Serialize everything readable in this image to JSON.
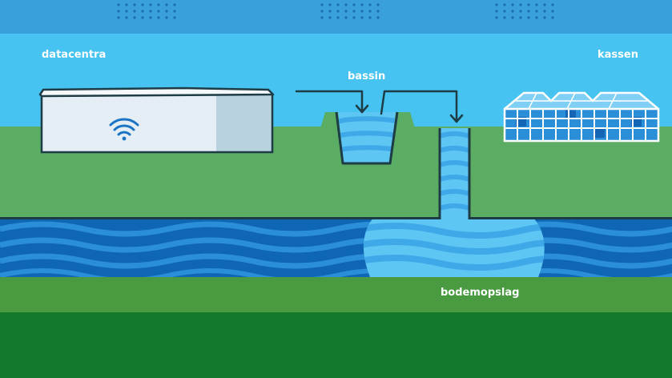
{
  "labels": {
    "datacenters": "datacentra",
    "basin": "bassin",
    "greenhouses": "kassen",
    "aquifer": "bodemopslag"
  },
  "icons": {
    "datacenter": "wifi-icon",
    "greenhouse": "greenhouse-icon"
  },
  "colors": {
    "sky_top": "#3aa0dc",
    "sky": "#46c3f0",
    "grass": "#5bad63",
    "soil_light": "#4a9a42",
    "soil_dark": "#137a2d",
    "water_dark": "#0f66b4",
    "water_mid": "#2a8fd8",
    "water_light": "#5dc6f2",
    "outline": "#1d3c46",
    "wall_light": "#e4eef4",
    "wall_shade": "#b9d2df"
  }
}
